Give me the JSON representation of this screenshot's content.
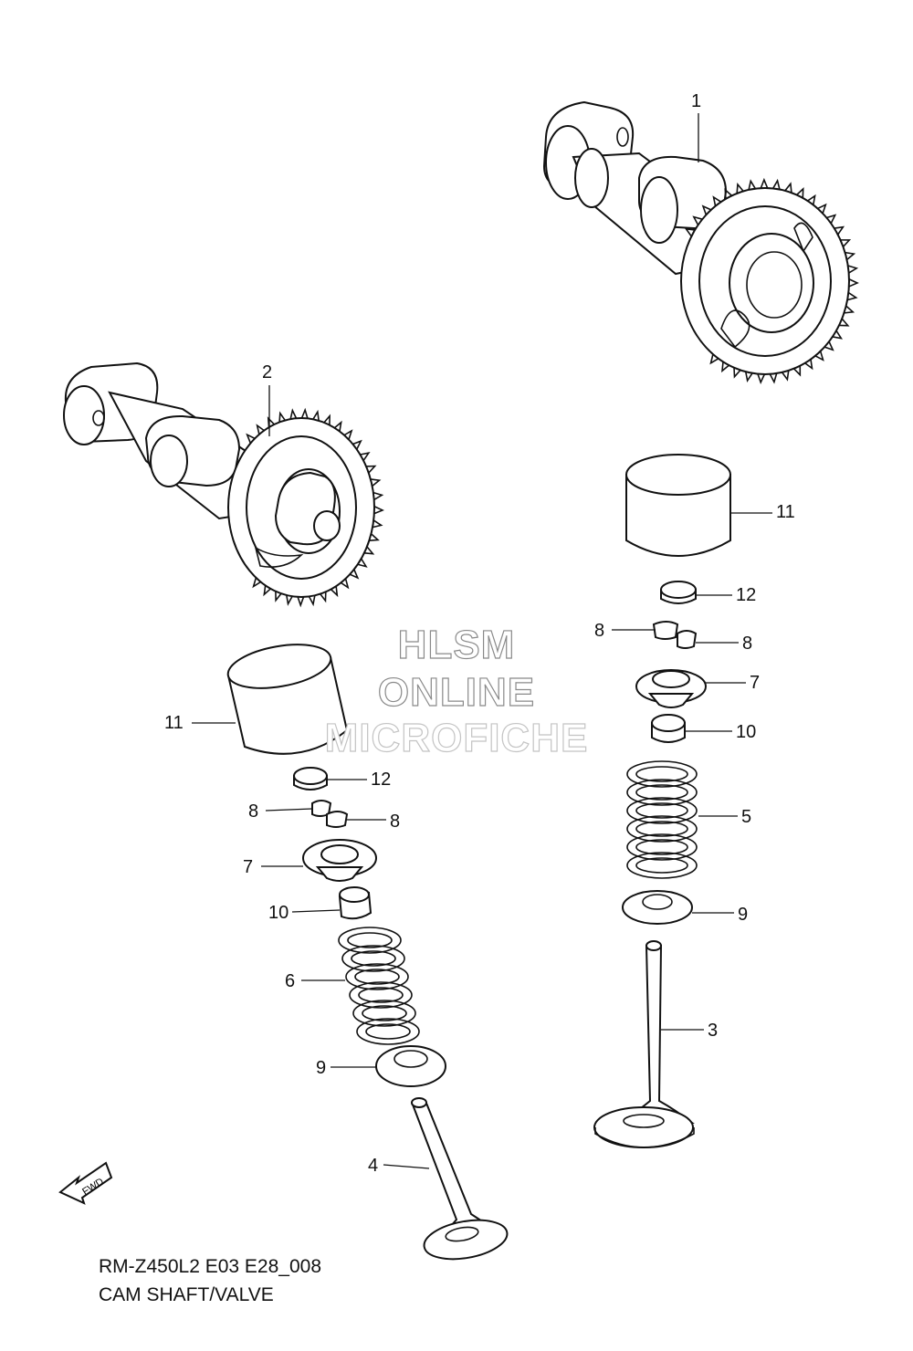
{
  "watermark": {
    "line1": "HLSM",
    "line2": "ONLINE",
    "line3": "MICROFICHE"
  },
  "caption": {
    "model_code": "RM-Z450L2 E03 E28_008",
    "section_title": "CAM SHAFT/VALVE"
  },
  "fwd_label": "FWD",
  "callouts": [
    {
      "id": "c1",
      "number": "1"
    },
    {
      "id": "c2",
      "number": "2"
    },
    {
      "id": "c11r",
      "number": "11"
    },
    {
      "id": "c12r",
      "number": "12"
    },
    {
      "id": "c8ra",
      "number": "8"
    },
    {
      "id": "c8rb",
      "number": "8"
    },
    {
      "id": "c7r",
      "number": "7"
    },
    {
      "id": "c10r",
      "number": "10"
    },
    {
      "id": "c5",
      "number": "5"
    },
    {
      "id": "c9r",
      "number": "9"
    },
    {
      "id": "c3",
      "number": "3"
    },
    {
      "id": "c11l",
      "number": "11"
    },
    {
      "id": "c12l",
      "number": "12"
    },
    {
      "id": "c8la",
      "number": "8"
    },
    {
      "id": "c8lb",
      "number": "8"
    },
    {
      "id": "c7l",
      "number": "7"
    },
    {
      "id": "c10l",
      "number": "10"
    },
    {
      "id": "c6",
      "number": "6"
    },
    {
      "id": "c9l",
      "number": "9"
    },
    {
      "id": "c4",
      "number": "4"
    }
  ]
}
